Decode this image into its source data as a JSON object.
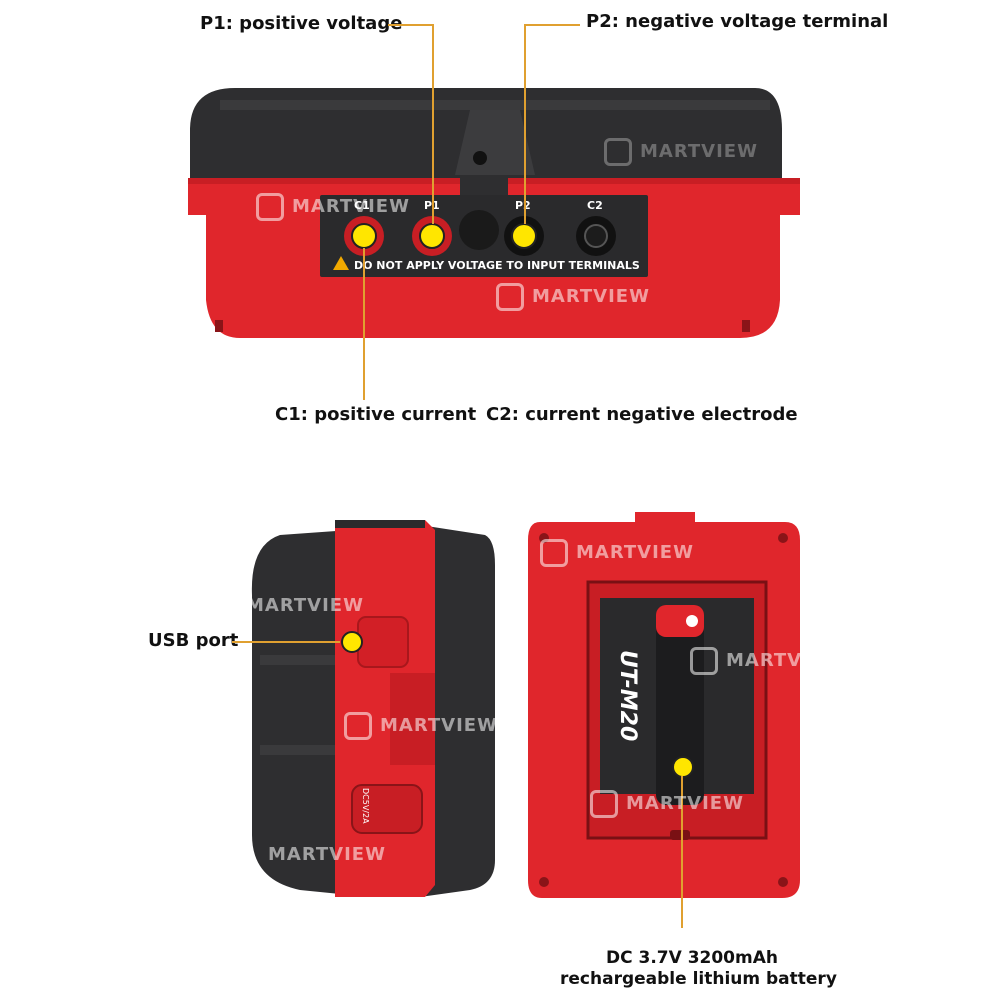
{
  "labels": {
    "p1": "P1: positive voltage",
    "p2": "P2: negative voltage terminal",
    "c1": "C1: positive current",
    "c2": "C2: current negative electrode",
    "usb": "USB port",
    "battery_line1": "DC 3.7V 3200mAh",
    "battery_line2": "rechargeable lithium battery"
  },
  "terminals": [
    "C1",
    "P1",
    "P2",
    "C2"
  ],
  "warning": "DO NOT APPLY VOLTAGE TO INPUT TERMINALS",
  "battery_text": "UT-M20",
  "side_panel_text": "DC5V/2A",
  "watermark": "MARTVIEW",
  "colors": {
    "body_red": "#e0262c",
    "dark_gray": "#2e2e30",
    "highlight": "#ffe600",
    "callout_line": "#e0a030"
  }
}
